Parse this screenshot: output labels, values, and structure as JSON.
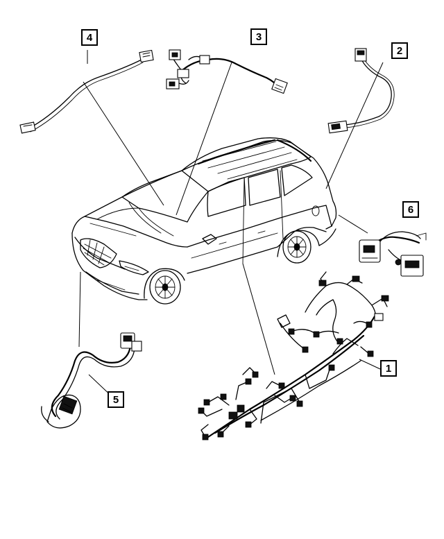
{
  "callouts": [
    {
      "id": "4",
      "label": "4"
    },
    {
      "id": "3",
      "label": "3"
    },
    {
      "id": "2",
      "label": "2"
    },
    {
      "id": "6",
      "label": "6"
    },
    {
      "id": "5",
      "label": "5"
    },
    {
      "id": "1",
      "label": "1"
    }
  ]
}
